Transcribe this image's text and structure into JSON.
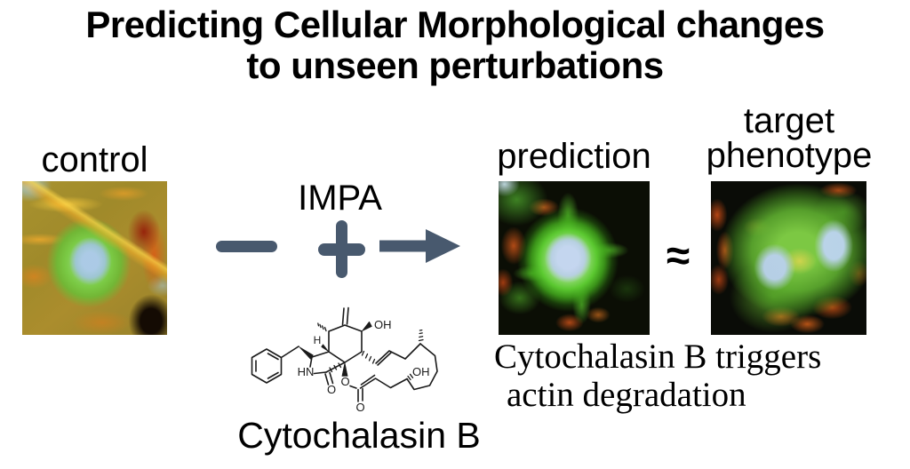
{
  "palette": {
    "background": "#ffffff",
    "text": "#000000",
    "operator_color": "#48596e",
    "structure_color": "#1a1a1a"
  },
  "title": {
    "line1": "Predicting Cellular Morphological changes",
    "line2": "to unseen perturbations"
  },
  "control": {
    "label": "control",
    "image_description": "fluorescence microscopy crop: olive-orange cytoskeleton texture, central green cell with pale blue nucleus, yellow-orange filaments, dark red blob at right, black spot bottom-right, pale blue patch top-left",
    "image_colors": {
      "base_olive": "#a08a2a",
      "cell_green": "#78c84c",
      "nucleus_blue": "#accae9",
      "filament_yellow": "#f5c83c",
      "orange": "#dc801e",
      "red_blob": "#961e08",
      "dark_spot": "#140b03",
      "blue_patch": "#a0cde4"
    }
  },
  "impa": {
    "label": "IMPA",
    "minus_icon": "minus",
    "plus_icon": "plus",
    "arrow_icon": "arrow-right"
  },
  "molecule": {
    "name": "Cytochalasin B",
    "atom_labels": {
      "oh_top": "OH",
      "h": "H",
      "hn": "HN",
      "o_lactam": "O",
      "o_ester": "O",
      "o_carbonyl": "O",
      "oh_macrocycle": "OH"
    }
  },
  "prediction": {
    "label": "prediction",
    "image_description": "black background, central green starburst-shaped cell with pale blue-lavender nucleus, red-orange spots around periphery, cyan patch top-left",
    "image_colors": {
      "background": "#0b0e05",
      "cell_green": "#5fc82e",
      "nucleus_blue": "#bdd2ef",
      "spot_red": "#c8501e",
      "patch_cyan": "#c3dce4"
    }
  },
  "approx": {
    "symbol": "≈"
  },
  "target": {
    "label_line1": "target",
    "label_line2": "phenotype",
    "image_description": "black background, broad green cell mass with two pale blue nuclei, red-orange filaments along edges, yellow patch between nuclei",
    "image_colors": {
      "background": "#0a0c07",
      "cell_green": "#6eb93c",
      "nucleus_blue": "#b9d2ea",
      "filament_red": "#c85a1e",
      "yellow": "#e6d450"
    }
  },
  "caption": {
    "line1": "Cytochalasin B triggers",
    "line2": "actin degradation"
  }
}
